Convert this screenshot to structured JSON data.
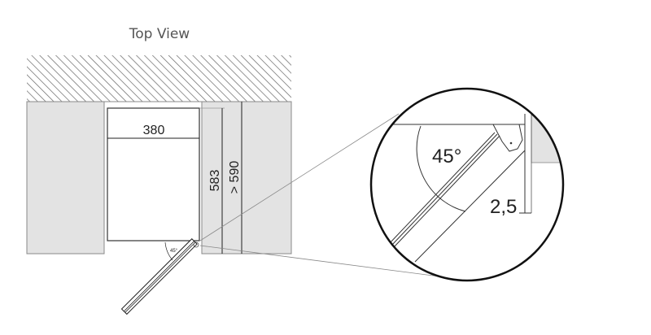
{
  "title": "Top View",
  "dimensions": {
    "width": "380",
    "depth": "583",
    "niche_depth": "> 590",
    "door_angle": "45°"
  },
  "detail": {
    "angle": "45°",
    "gap": "2,5"
  },
  "colors": {
    "cabinet_fill": "#e3e3e3",
    "line": "#222222",
    "title": "#555555"
  }
}
